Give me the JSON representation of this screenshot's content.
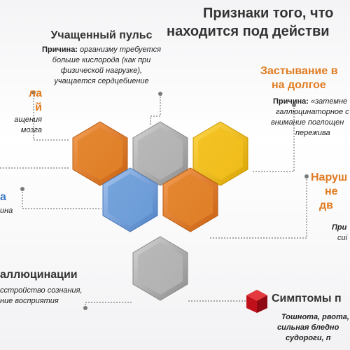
{
  "colors": {
    "orange": "#e07b20",
    "gray": "#a9a9a9",
    "yellow": "#f2c01e",
    "blue": "#6f9fd8",
    "red": "#c0101a",
    "text_dark": "#333333"
  },
  "title": {
    "line1": "Признаки того, что",
    "line2": "находится под действи"
  },
  "blocks": {
    "pulse": {
      "heading": "Учащенный пульс",
      "cause_label": "Причина:",
      "lines": [
        "организму требуется",
        "больше кислорода (как при",
        "физической нагрузке),",
        "учащается сердцебиение"
      ]
    },
    "left_top": {
      "heading_lines": [
        "ла",
        "й"
      ],
      "lines": [
        "ащения",
        "мозга"
      ]
    },
    "freeze": {
      "heading_lines": [
        "Застывание в",
        "на долгое"
      ],
      "cause_label": "Причина:",
      "lines": [
        "«затемне",
        "галлюцинаторное с",
        "внимание поглощен",
        "пережива"
      ]
    },
    "left_mid": {
      "heading": "а",
      "line": "ина"
    },
    "right_mid": {
      "heading_lines": [
        "Наруш",
        "не",
        "дв"
      ],
      "lines": [
        "При",
        "сиі"
      ]
    },
    "halluc": {
      "heading": "аллюцинации",
      "lines": [
        "сстройство сознания,",
        "ние восприятия"
      ]
    },
    "symptoms": {
      "heading": "Симптомы п",
      "lines": [
        "Тошнота, рвота,",
        "сильная бледно",
        "судороги, п"
      ]
    }
  },
  "hexagons": [
    {
      "name": "hexagon-orange-top",
      "color": "orange"
    },
    {
      "name": "hexagon-gray-top",
      "color": "gray"
    },
    {
      "name": "hexagon-yellow",
      "color": "yellow"
    },
    {
      "name": "hexagon-blue",
      "color": "blue"
    },
    {
      "name": "hexagon-orange-middle",
      "color": "orange"
    },
    {
      "name": "hexagon-gray-bottom",
      "color": "gray"
    }
  ]
}
